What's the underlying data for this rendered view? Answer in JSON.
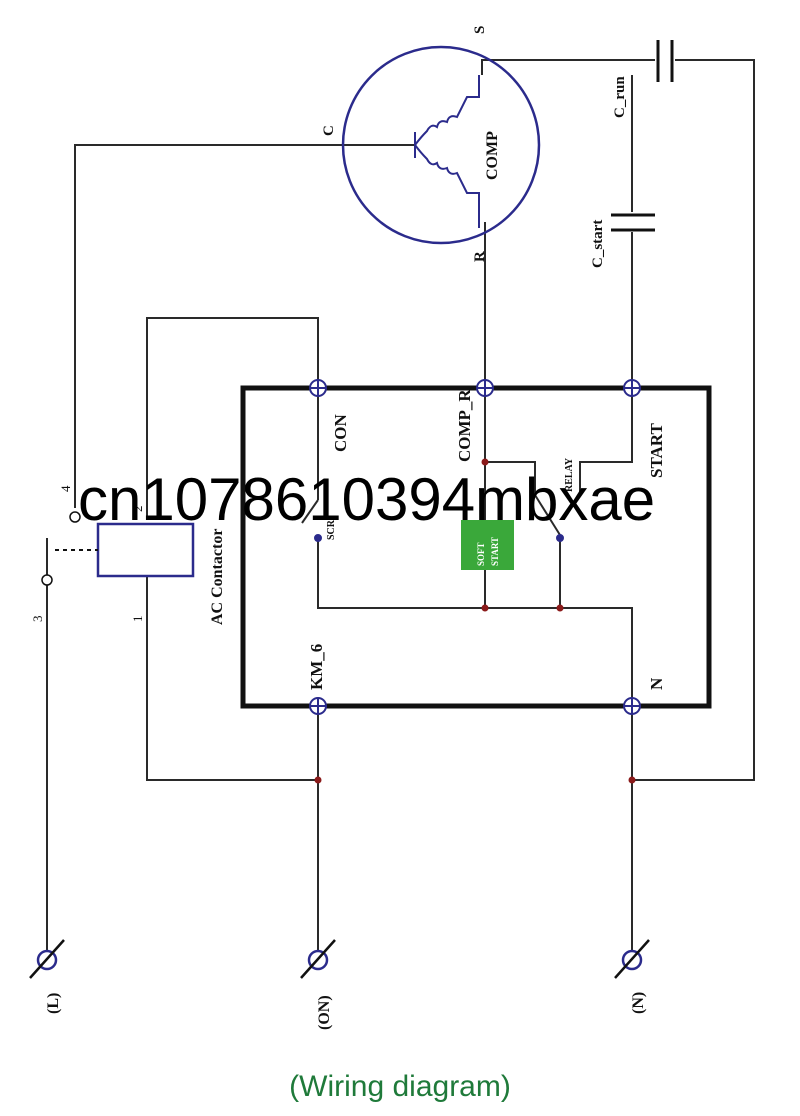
{
  "compressor": {
    "name": "COMP",
    "terminal_s": "S",
    "terminal_c": "C",
    "terminal_r": "R"
  },
  "capacitors": {
    "run": "C_run",
    "start": "C_start"
  },
  "controller": {
    "terminal_con": "CON",
    "terminal_comp_r": "COMP_R",
    "terminal_start": "START",
    "terminal_km": "KM_6",
    "terminal_n": "N",
    "soft_start_line1": "SOFT",
    "soft_start_line2": "START",
    "relay_label": "RELAY",
    "switch_label": "SCR"
  },
  "contactor": {
    "label": "AC Contactor",
    "pin_4": "4",
    "pin_3": "3",
    "pin_2": "2",
    "pin_1": "1"
  },
  "supply": {
    "line": "(L)",
    "on": "(ON)",
    "neutral": "(N)"
  },
  "watermark": "cn1078610394mbxae",
  "caption": "(Wiring  diagram)",
  "colors": {
    "wire": "#2a2a2a",
    "terminal": "#2b2b8c",
    "junction": "#8b1a1a",
    "soft_start": "#3aa83a",
    "caption": "#1f7a3a"
  }
}
